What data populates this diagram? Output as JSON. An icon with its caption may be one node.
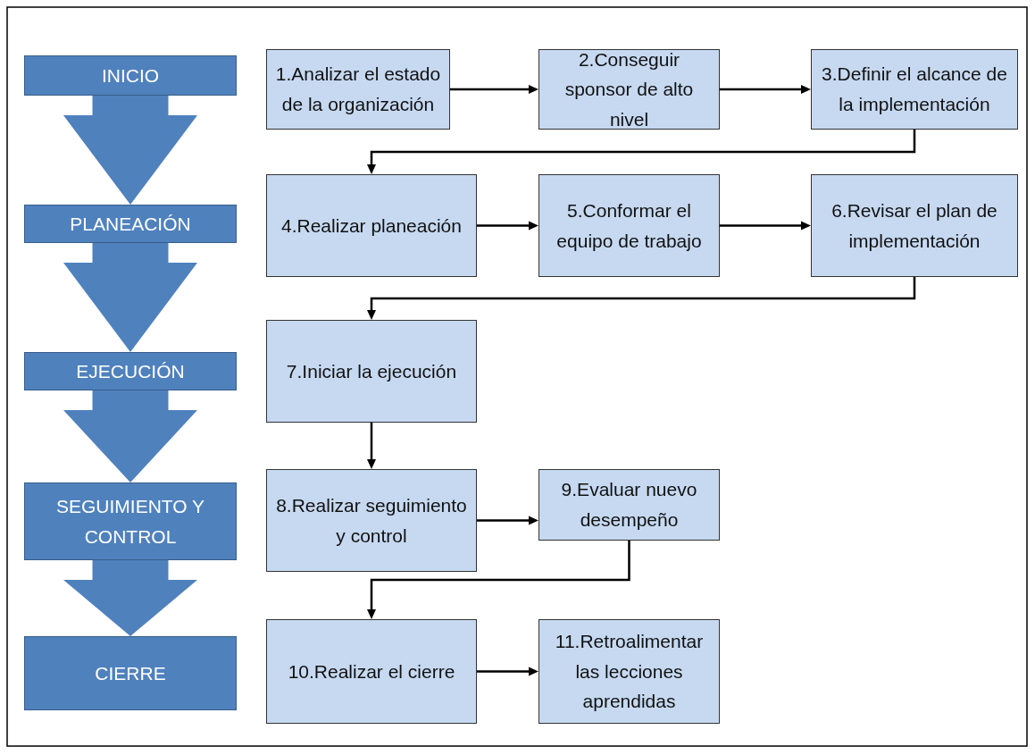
{
  "diagram": {
    "nodes": [
      {
        "text": [
          "INICIO"
        ]
      },
      {
        "text": [
          "PLANEACIÓN"
        ]
      },
      {
        "text": [
          "EJECUCIÓN"
        ]
      },
      {
        "text": [
          "SEGUIMIENTO Y CONTROL"
        ]
      },
      {
        "text": [
          "CIERRE"
        ]
      },
      {
        "text": [
          "1.Analizar el estado de la organización"
        ]
      },
      {
        "text": [
          "2.Conseguir sponsor de alto nivel"
        ]
      },
      {
        "text": [
          "3.Definir el alcance de la implementación"
        ]
      },
      {
        "text": [
          "4.Realizar planeación"
        ]
      },
      {
        "text": [
          "5.Conformar el equipo de trabajo"
        ]
      },
      {
        "text": [
          "6.Revisar el plan de implementación"
        ]
      },
      {
        "text": [
          "7.Iniciar la ejecución"
        ]
      },
      {
        "text": [
          "8.Realizar seguimiento y control"
        ]
      },
      {
        "text": [
          "9.Evaluar nuevo desempeño"
        ]
      },
      {
        "text": [
          "10.Realizar el cierre"
        ]
      },
      {
        "text": [
          "11.Retroalimentar las lecciones aprendidas"
        ]
      }
    ],
    "edges": [
      {
        "from": 0,
        "to": 1,
        "arrow": "to",
        "style": "thick",
        "color": "#4f81bd"
      },
      {
        "from": 1,
        "to": 2,
        "arrow": "to",
        "style": "thick",
        "color": "#4f81bd"
      },
      {
        "from": 2,
        "to": 3,
        "arrow": "to",
        "style": "thick",
        "color": "#4f81bd"
      },
      {
        "from": 3,
        "to": 4,
        "arrow": "to",
        "style": "thick",
        "color": "#4f81bd"
      },
      {
        "from": 5,
        "to": 6,
        "arrow": "to"
      },
      {
        "from": 6,
        "to": 7,
        "arrow": "to"
      },
      {
        "from": 7,
        "to": 8,
        "arrow": "to"
      },
      {
        "from": 8,
        "to": 9,
        "arrow": "to"
      },
      {
        "from": 9,
        "to": 10,
        "arrow": "to"
      },
      {
        "from": 10,
        "to": 11,
        "arrow": "to"
      },
      {
        "from": 11,
        "to": 12,
        "arrow": "to"
      },
      {
        "from": 12,
        "to": 13,
        "arrow": "to"
      },
      {
        "from": 13,
        "to": 14,
        "arrow": "to"
      },
      {
        "from": 14,
        "to": 15,
        "arrow": "to"
      }
    ]
  }
}
